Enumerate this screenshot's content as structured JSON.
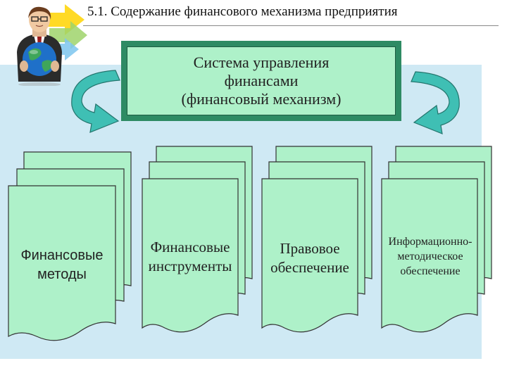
{
  "slide": {
    "title": "5.1. Содержание финансового механизма предприятия"
  },
  "diagram": {
    "center_box": "Система управления\nфинансами\n(финансовый механизм)",
    "cards": [
      {
        "label": "Финансовые\nметоды"
      },
      {
        "label": "Финансовые\nинструменты"
      },
      {
        "label": "Правовое\nобеспечение"
      },
      {
        "label": "Информационно-\nметодическое\nобеспечение"
      }
    ]
  },
  "colors": {
    "panel": "#cfe9f4",
    "center_frame": "#2e8b64",
    "center_fill": "#aef1c9",
    "arrow_fill": "#3fbfb4",
    "card_fill": "#aef1c9",
    "card_border": "#333333"
  }
}
